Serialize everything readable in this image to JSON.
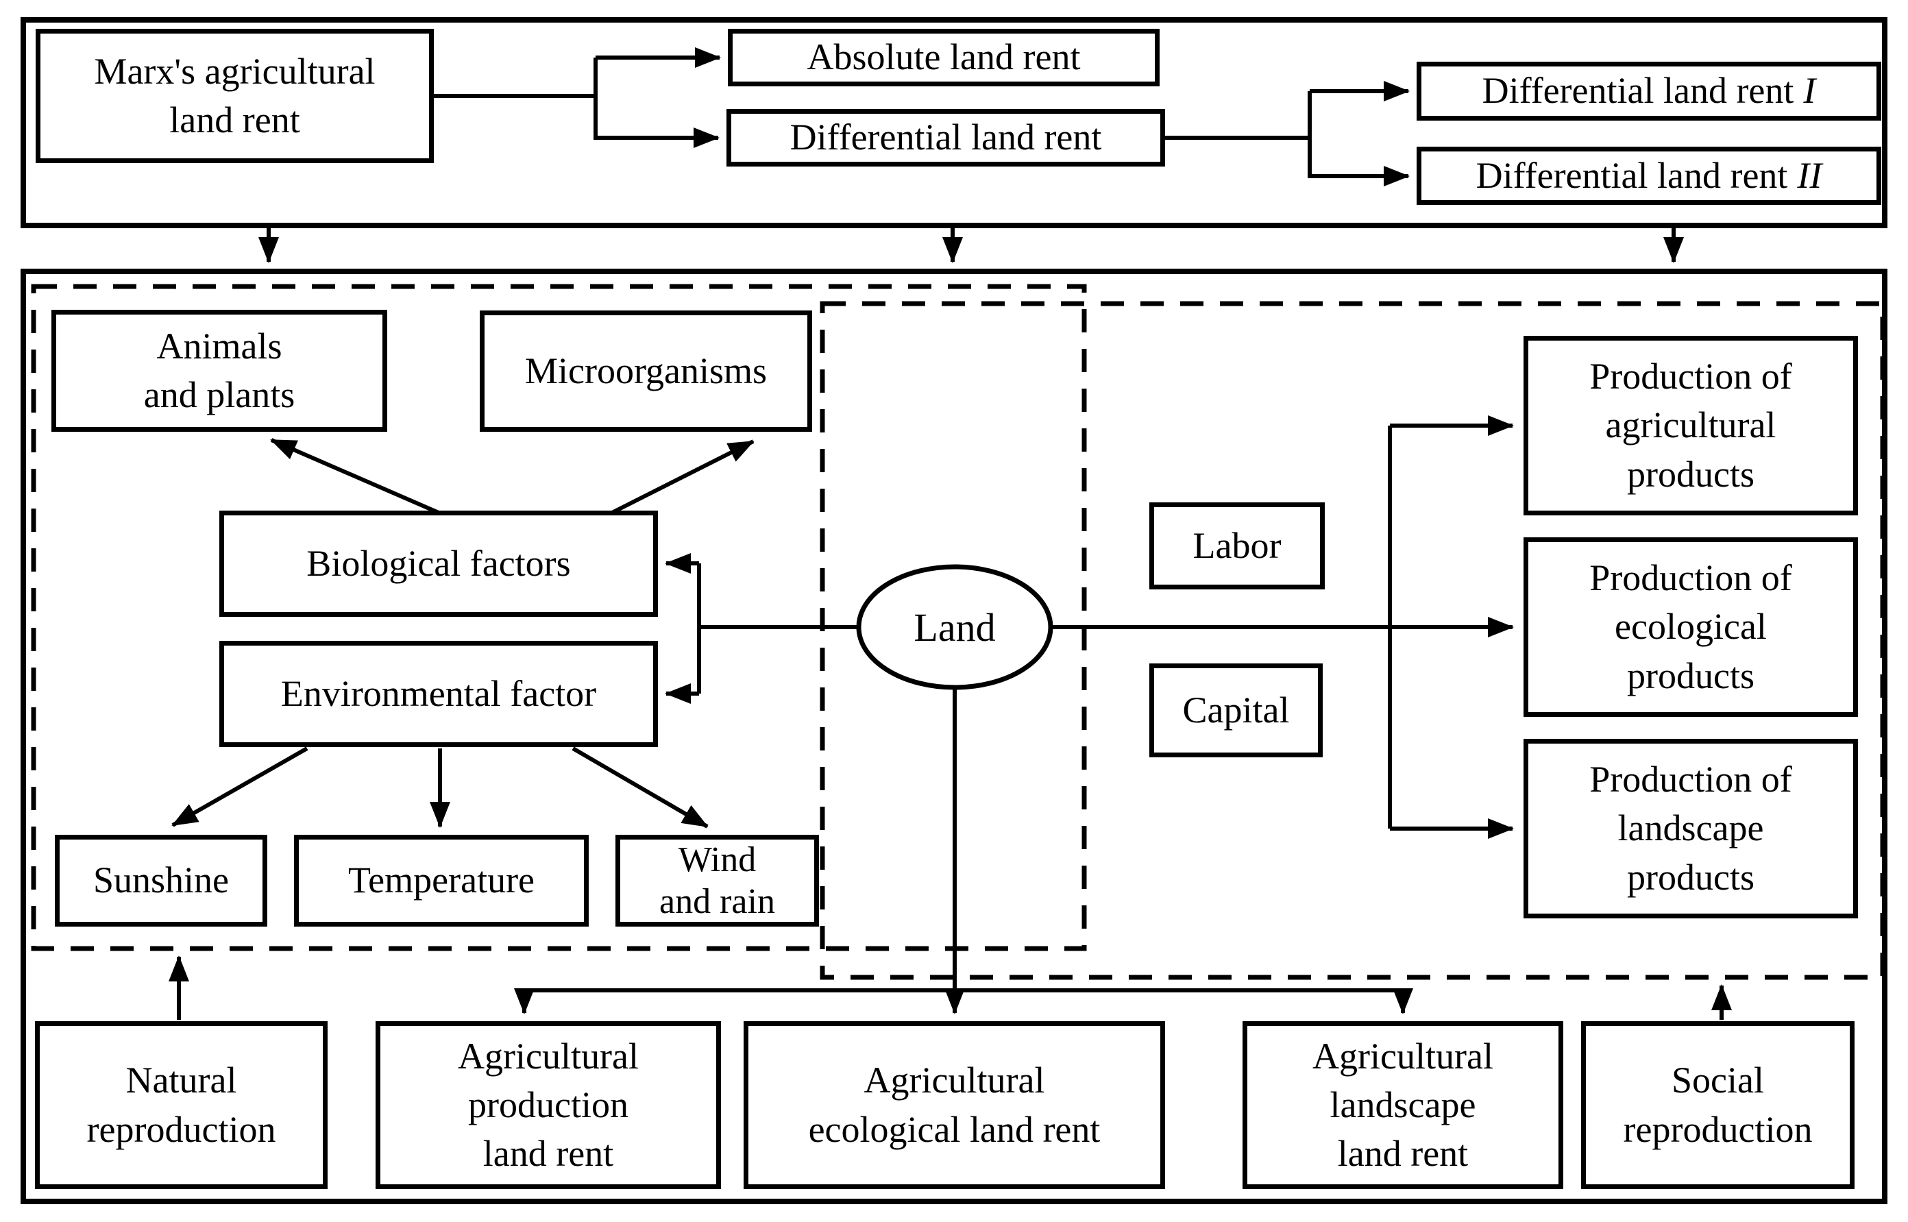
{
  "colors": {
    "ink": "#000000",
    "paper": "#ffffff"
  },
  "top_section": {
    "marx_box": "Marx's agricultural\nland rent",
    "absolute_box": "Absolute land rent",
    "differential_box": "Differential land rent",
    "differential_i": {
      "label": "Differential land rent",
      "numeral": "I"
    },
    "differential_ii": {
      "label": "Differential land rent",
      "numeral": "II"
    }
  },
  "natural_factors": {
    "animals_plants": "Animals\nand plants",
    "microorganisms": "Microorganisms",
    "biological_factors": "Biological factors",
    "environmental_factor": "Environmental factor",
    "sunshine": "Sunshine",
    "temperature": "Temperature",
    "wind_rain": "Wind\nand rain"
  },
  "land": "Land",
  "production_factors": {
    "labor": "Labor",
    "capital": "Capital"
  },
  "production_outputs": {
    "agricultural": "Production of\nagricultural\nproducts",
    "ecological": "Production of\necological\nproducts",
    "landscape": "Production of\nlandscape\nproducts"
  },
  "bottom_row": {
    "natural_reproduction": "Natural\nreproduction",
    "agricultural_production_rent": "Agricultural\nproduction\nland rent",
    "agricultural_ecological_rent": "Agricultural\necological land rent",
    "agricultural_landscape_rent": "Agricultural\nlandscape\nland rent",
    "social_reproduction": "Social\nreproduction"
  }
}
